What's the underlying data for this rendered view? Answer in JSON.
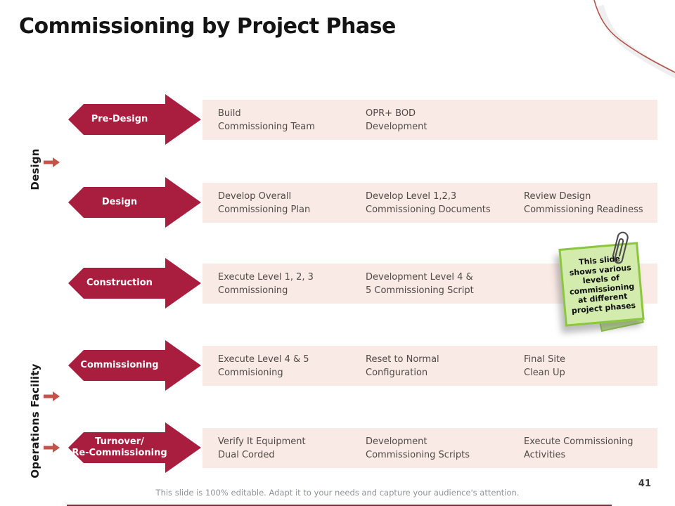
{
  "slide": {
    "title": "Commissioning by Project Phase",
    "page_number": "41",
    "footer": "This slide is 100% editable. Adapt it to your needs and capture your audience's attention."
  },
  "colors": {
    "phase_arrow": "#a91e3e",
    "band_background": "#faeae5",
    "body_text": "#4f4a46",
    "sticky_fill": "#d3ecae",
    "sticky_border": "#8cc63f",
    "mini_arrow": "#c4544a",
    "decorative_curve": "#b0544c"
  },
  "side_labels": {
    "design": "Design",
    "operations": "Operations Facility"
  },
  "sticky_note": {
    "text": "This slide shows various levels of commissioning at different project phases"
  },
  "phases": [
    {
      "label_lines": [
        "Pre-Design",
        ""
      ],
      "cells": [
        [
          "Build",
          "Commissioning Team"
        ],
        [
          "OPR+ BOD",
          "Development"
        ],
        [
          "",
          ""
        ]
      ]
    },
    {
      "label_lines": [
        "Design",
        ""
      ],
      "cells": [
        [
          "Develop Overall",
          "Commissioning Plan"
        ],
        [
          "Develop Level 1,2,3",
          "Commissioning Documents"
        ],
        [
          "Review Design",
          "Commissioning Readiness"
        ]
      ]
    },
    {
      "label_lines": [
        "Construction",
        ""
      ],
      "cells": [
        [
          "Execute Level 1, 2, 3",
          "Commissioning"
        ],
        [
          "Development Level 4 &",
          "5 Commissioning Script"
        ],
        [
          "",
          ""
        ]
      ]
    },
    {
      "label_lines": [
        "Commissioning",
        ""
      ],
      "cells": [
        [
          "Execute Level 4 & 5",
          "Commisioning"
        ],
        [
          "Reset to Normal",
          "Configuration"
        ],
        [
          "Final Site",
          "Clean Up"
        ]
      ]
    },
    {
      "label_lines": [
        "Turnover/",
        "Re-Commissioning"
      ],
      "cells": [
        [
          "Verify It Equipment",
          "Dual Corded"
        ],
        [
          "Development",
          "Commissioning Scripts"
        ],
        [
          "Execute Commissioning",
          "Activities"
        ]
      ]
    }
  ]
}
